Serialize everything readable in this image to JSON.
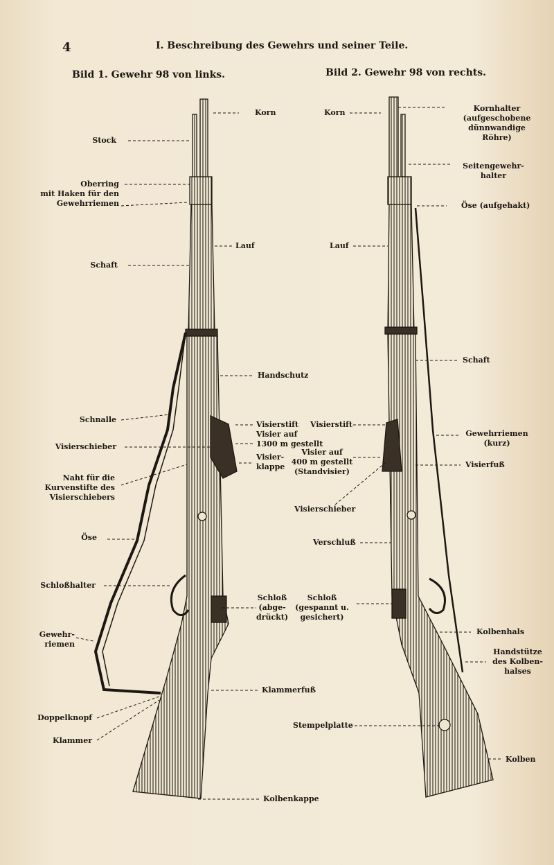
{
  "header": {
    "page_number": "4",
    "running_title": "I. Beschreibung des Gewehrs und seiner Teile."
  },
  "figures": {
    "fig1_caption": "Bild 1.  Gewehr 98 von links.",
    "fig2_caption": "Bild 2.  Gewehr 98 von rechts."
  },
  "labels": {
    "korn_l": "Korn",
    "stock": "Stock",
    "oberring": "Oberring\nmit Haken für den\nGewehrriemen",
    "lauf_l": "Lauf",
    "schaft_l": "Schaft",
    "handschutz": "Handschutz",
    "schnalle": "Schnalle",
    "visierschieber_l": "Visierschieber",
    "naht": "Naht für die\nKurvenstifte des\nVisierschiebers",
    "oese_l": "Öse",
    "schlosshalter": "Schloßhalter",
    "gewehrriemen_l": "Gewehr-\nriemen",
    "doppelknopf": "Doppelknopf",
    "klammer": "Klammer",
    "klammerfuss": "Klammerfuß",
    "kolbenkappe": "Kolbenkappe",
    "visierstift_l": "Visierstift",
    "visier_1300": "Visier auf\n1300 m gestellt",
    "visierklappe": "Visier-\nklappe",
    "visierstift_r": "Visierstift",
    "visier_400": "Visier auf\n400 m gestellt\n(Standvisier)",
    "visierschieber_r": "Visierschieber",
    "verschluss": "Verschluß",
    "schloss_abgedrueckt": "Schloß\n(abge-\ndrückt)",
    "schloss_gespannt": "Schloß\n(gespannt u.\ngesichert)",
    "stempelplatte": "Stempelplatte",
    "korn_r": "Korn",
    "lauf_r": "Lauf",
    "kornhalter": "Kornhalter\n(aufgeschobene\ndünnwandige\nRöhre)",
    "seitengewehrhalter": "Seitengewehr-\nhalter",
    "oese_r": "Öse (aufgehakt)",
    "schaft_r": "Schaft",
    "gewehrriemen_r": "Gewehrriemen\n(kurz)",
    "visierfuss": "Visierfuß",
    "kolbenhals": "Kolbenhals",
    "handstuetze": "Handstütze\ndes Kolben-\nhalses",
    "kolben": "Kolben"
  },
  "colors": {
    "paper": "#f2e8d4",
    "ink": "#1c1712"
  }
}
